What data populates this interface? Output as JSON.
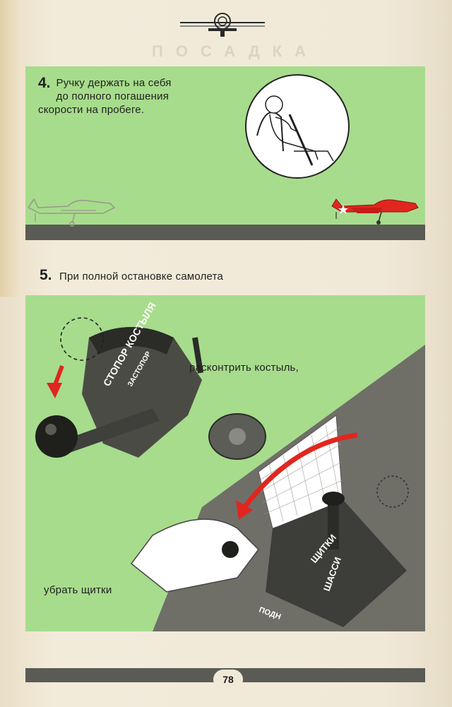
{
  "header": {
    "logo_icon": "airplane-logo-icon",
    "ghost_title": "ПОСАДКА"
  },
  "step4": {
    "number": "4.",
    "text_line1": "Ручку держать на себя",
    "text_line2": "до полного погашения",
    "text_line3": "скорости на пробеге.",
    "illustrations": [
      "pilot-in-cockpit-icon",
      "outline-plane-icon",
      "red-plane-icon"
    ]
  },
  "step5": {
    "number": "5.",
    "heading": "При полной остановке самолета",
    "label_tailwheel": "расконтрить костыль,",
    "label_flaps": "убрать щитки",
    "lever_texts": {
      "stopor_kostylya": "СТОПОР КОСТЫЛЯ",
      "zastopor": "ЗАСТОПОР",
      "shchitki": "ЩИТКИ",
      "shassi": "ШАССИ",
      "podn": "ПОДН"
    }
  },
  "colors": {
    "panel_green": "#a7dc8c",
    "ground": "#5b5b55",
    "arrow_red": "#e0261f",
    "plane_red": "#e0261f"
  },
  "footer": {
    "page_number": "78"
  }
}
